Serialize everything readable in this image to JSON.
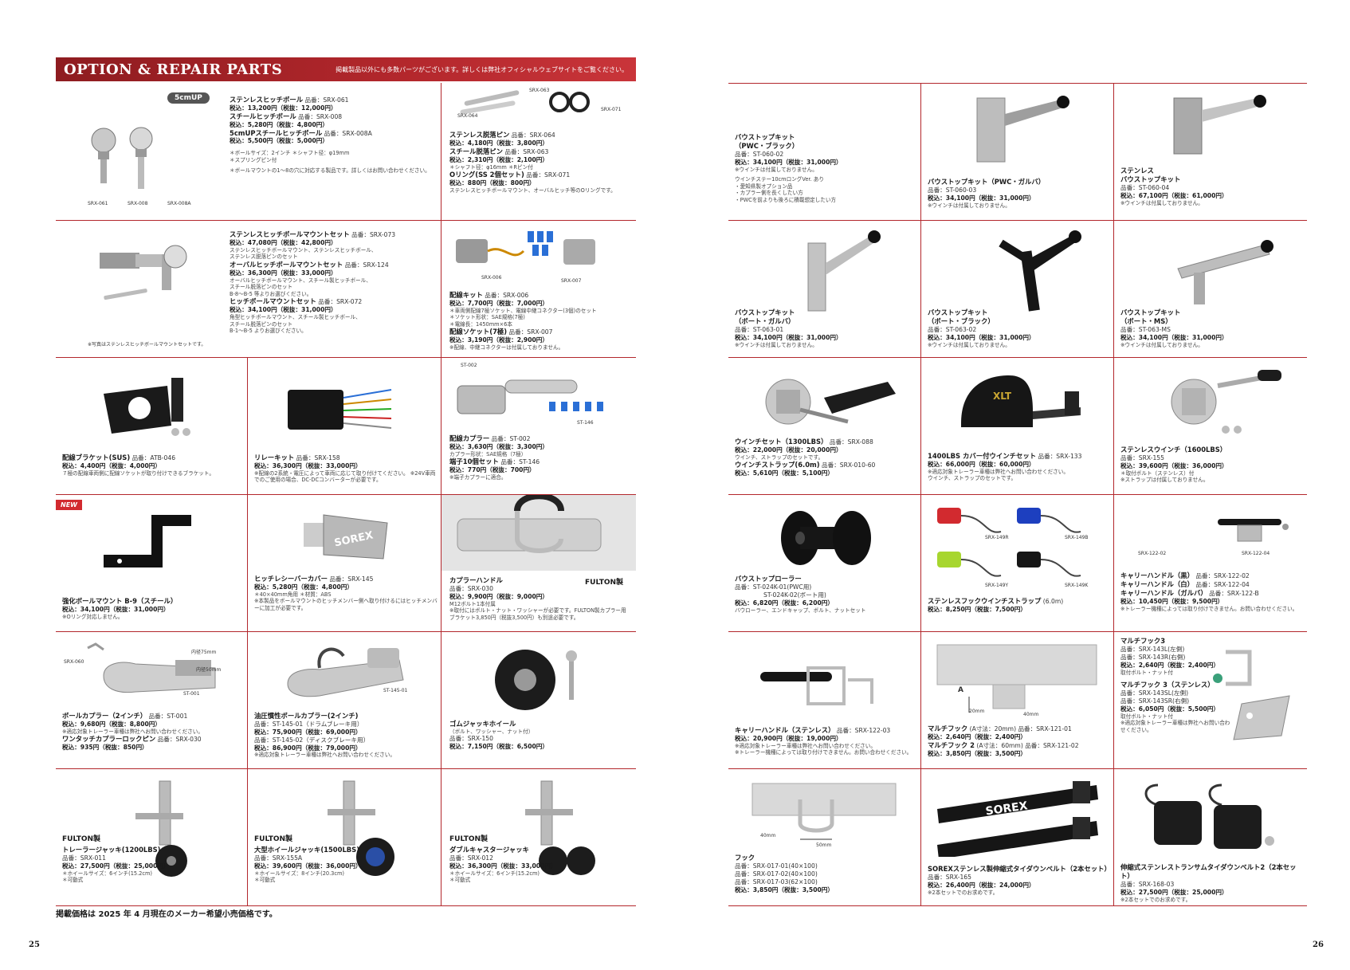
{
  "header": {
    "title": "OPTION & REPAIR PARTS",
    "note": "掲載製品以外にも多数パーツがございます。詳しくは弊社オフィシャルウェブサイトをご覧ください。"
  },
  "left": {
    "badge_5cm": "5cmUP",
    "badge_new": "NEW",
    "r1": {
      "c1": {
        "lines": [
          {
            "name": "ステンレスヒッチボール",
            "code": "品番：SRX-061"
          },
          {
            "price": "税込：13,200円（税抜：12,000円）"
          },
          {
            "name": "スチールヒッチボール",
            "code": "品番：SRX-008"
          },
          {
            "price": "税込：5,280円（税抜：4,800円）"
          },
          {
            "name": "5cmUPスチールヒッチボール",
            "code": "品番：SRX-008A"
          },
          {
            "price": "税込：5,500円（税抜：5,000円）"
          }
        ],
        "notes": [
          "＊ボールサイズ：2インチ ＊シャフト径：φ19mm",
          "＊スプリングピン付",
          "＊ボールマウントの1～8の穴に対応する製品です。詳しくはお問い合わせください。"
        ],
        "tags": [
          "SRX-061",
          "SRX-008",
          "SRX-008A"
        ]
      },
      "c2": {
        "lines": [
          {
            "name": "ステンレス脱落ピン",
            "code": "品番：SRX-064"
          },
          {
            "price": "税込：4,180円（税抜：3,800円）"
          },
          {
            "name": "スチール脱落ピン",
            "code": "品番：SRX-063"
          },
          {
            "price": "税込：2,310円（税抜：2,100円）"
          },
          {
            "note": "＊シャフト径：φ16mm ＊Rピン付"
          },
          {
            "name": "Oリング(SS 2個セット)",
            "code": "品番：SRX-071"
          },
          {
            "price": "税込：880円（税抜：800円）"
          },
          {
            "note": "ステンレスヒッチボールマウント、オーバルヒッチ等のOリングです。"
          }
        ],
        "tags": [
          "SRX-063",
          "SRX-071",
          "SRX-064"
        ]
      }
    },
    "r2": {
      "c1": {
        "lines": [
          {
            "name": "ステンレスヒッチボールマウントセット",
            "code": "品番：SRX-073"
          },
          {
            "price": "税込：47,080円（税抜：42,800円）"
          },
          {
            "note": "ステンレスヒッチボールマウント、ステンレスヒッチボール、"
          },
          {
            "note": "ステンレス脱落ピンのセット"
          },
          {
            "name": "オーバルヒッチボールマウントセット",
            "code": "品番：SRX-124"
          },
          {
            "price": "税込：36,300円（税抜：33,000円）"
          },
          {
            "note": "オーバルヒッチボールマウント、スチール製ヒッチボール、"
          },
          {
            "note": "スチール脱落ピンのセット"
          },
          {
            "note": "B-8～B-5 等よりお選びください。"
          },
          {
            "name": "ヒッチボールマウントセット",
            "code": "品番：SRX-072"
          },
          {
            "price": "税込：34,100円（税抜：31,000円）"
          },
          {
            "note": "角型ヒッチボールマウント、スチール製ヒッチボール、"
          },
          {
            "note": "スチール脱落ピンのセット"
          },
          {
            "note": "B-1～B-5 よりお選びください。"
          }
        ],
        "caption": "※写真はステンレスヒッチボールマウントセットです。"
      },
      "c2": {
        "lines": [
          {
            "name": "配線キット",
            "code": "品番：SRX-006"
          },
          {
            "price": "税込：7,700円（税抜：7,000円）"
          },
          {
            "note": "＊車両側配線7極ソケット、電線中継コネクター(3個)のセット"
          },
          {
            "note": "＊ソケット形状：SAE規格(7極)"
          },
          {
            "note": "＊電線長：1450mm×6本"
          },
          {
            "name": "配線ソケット(7極)",
            "code": "品番：SRX-007"
          },
          {
            "price": "税込：3,190円（税抜：2,900円）"
          },
          {
            "note": "※配線、中継コネクターは付属しておりません。"
          }
        ],
        "tags": [
          "SRX-006",
          "SRX-007"
        ]
      }
    },
    "r3": {
      "c1": {
        "name": "配線ブラケット(SUS)",
        "code": "品番：ATB-046",
        "price": "税込：4,400円（税抜：4,000円）",
        "note": "７極の配線車両側に配線ソケットが取り付けできるブラケット。"
      },
      "c2": {
        "name": "リレーキット",
        "code": "品番：SRX-158",
        "price": "税込：36,300円（税抜：33,000円）",
        "note": "※配線の2系統・電圧によって車両に応じて取り付けてください。 ※24V車両でのご使用の場合、DC-DCコンバーターが必要です。"
      },
      "c3": {
        "name": "配線カプラー",
        "code": "品番：ST-002",
        "price": "税込：3,630円（税抜：3,300円）",
        "note": "カプラー形状：SAE規格（7極）",
        "name2": "端子10個セット",
        "code2": "品番：ST-146",
        "price2": "税込：770円（税抜：700円）",
        "note2": "※端子カプラーに適合。",
        "tags": [
          "ST-002",
          "ST-146"
        ]
      }
    },
    "r4": {
      "c1": {
        "name": "強化ボールマウント B-9（スチール）",
        "price": "税込：34,100円（税抜：31,000円）",
        "note": "※Oリング対応しません。"
      },
      "c2": {
        "name": "ヒッチレシーバーカバー",
        "code": "品番：SRX-145",
        "price": "税込：5,280円（税抜：4,800円）",
        "note": "＊40×40mm角用 ＊材質：ABS",
        "note2": "※本製品をボールマウントのヒッチメンバー側へ取り付けるにはヒッチメンバーに加工が必要です。",
        "logo": "SOREX"
      },
      "c3": {
        "brand": "FULTON製",
        "name": "カプラーハンドル",
        "code": "品番：SRX-030",
        "price": "税込：9,900円（税抜：9,000円）",
        "note": "M12ボルト1本付属",
        "note2": "※取付にはボルト・ナット・ワッシャーが必要です。FULTON製カプラー用ブラケット3,850円（税抜3,500円）も別途必要です。"
      }
    },
    "r5": {
      "c1": {
        "name": "ボールカプラー（2インチ）",
        "code": "品番：ST-001",
        "price": "税込：9,680円（税抜：8,800円）",
        "note": "※適応対象トレーラー車種は弊社へお問い合わせください。",
        "name2": "ワンタッチカプラーロックピン",
        "code2": "品番：SRX-030",
        "price2": "税込：935円（税抜：850円）",
        "dims": [
          "内径75mm",
          "内径50mm"
        ],
        "tags": [
          "SRX-060",
          "ST-001"
        ]
      },
      "c2": {
        "name": "油圧慣性ボールカプラー(2インチ)",
        "line1": "品番：ST-145-01（ドラムブレーキ用）",
        "price": "税込：75,900円（税抜：69,000円）",
        "line2": "品番：ST-145-02（ディスクブレーキ用）",
        "price2": "税込：86,900円（税抜：79,000円）",
        "note": "※適応対象トレーラー車種は弊社へお問い合わせください。",
        "tag": "ST-145-01"
      },
      "c3": {
        "name": "ゴムジャッキホイール",
        "sub": "（ボルト、ワッシャー、ナット付）",
        "code": "品番：SRX-150",
        "price": "税込：7,150円（税抜：6,500円）"
      }
    },
    "r6": {
      "c1": {
        "brand": "FULTON製",
        "name": "トレーラージャッキ(1200LBS)",
        "code": "品番：SRX-011",
        "price": "税込：27,500円（税抜：25,000円）",
        "note": "＊ホイールサイズ：6インチ(15.2cm)",
        "note2": "＊可動式"
      },
      "c2": {
        "brand": "FULTON製",
        "name": "大型ホイールジャッキ(1500LBS)",
        "code": "品番：SRX-155A",
        "price": "税込：39,600円（税抜：36,000円）",
        "note": "＊ホイールサイズ：8インチ(20.3cm)",
        "note2": "＊可動式"
      },
      "c3": {
        "brand": "FULTON製",
        "name": "ダブルキャスタージャッキ",
        "code": "品番：SRX-012",
        "price": "税込：36,300円（税抜：33,000円）",
        "note": "＊ホイールサイズ：6インチ(15.2cm)",
        "note2": "＊可動式"
      }
    },
    "footnote": "掲載価格は 2025 年 4 月現在のメーカー希望小売価格です。",
    "page_number": "25"
  },
  "right": {
    "r1": {
      "c1": {
        "name": "バウストップキット",
        "sub": "（PWC・ブラック）",
        "code": "品番：ST-060-02",
        "price": "税込：34,100円（税抜：31,000円）",
        "note": "※ウインチは付属しておりません。",
        "extra": [
          "ウインチステー10cmロングVer. あり",
          "・愛知県製オプション品",
          "・カプラー側を長くしたい方",
          "・PWCを前よりも後ろに積載想定したい方"
        ]
      },
      "c2": {
        "name": "バウストップキット（PWC・ガルバ）",
        "code": "品番：ST-060-03",
        "price": "税込：34,100円（税抜：31,000円）",
        "note": "※ウインチは付属しておりません。"
      },
      "c3": {
        "name": "ステンレス",
        "name2": "バウストップキット",
        "code": "品番：ST-060-04",
        "price": "税込：67,100円（税抜：61,000円）",
        "note": "※ウインチは付属しておりません。"
      }
    },
    "r2": {
      "c1": {
        "name": "バウストップキット",
        "sub": "（ボート・ガルバ）",
        "code": "品番：ST-063-01",
        "price": "税込：34,100円（税抜：31,000円）",
        "note": "※ウインチは付属しておりません。"
      },
      "c2": {
        "name": "バウストップキット",
        "sub": "（ボート・ブラック）",
        "code": "品番：ST-063-02",
        "price": "税込：34,100円（税抜：31,000円）",
        "note": "※ウインチは付属しておりません。"
      },
      "c3": {
        "name": "バウストップキット",
        "sub": "（ボート・MS）",
        "code": "品番：ST-063-MS",
        "price": "税込：34,100円（税抜：31,000円）",
        "note": "※ウインチは付属しておりません。"
      }
    },
    "r3": {
      "c1": {
        "name": "ウインチセット（1300LBS）",
        "code": "品番：SRX-088",
        "price": "税込：22,000円（税抜：20,000円）",
        "note": "ウインチ、ストラップのセットです。",
        "name2": "ウインチストラップ(6.0m)",
        "code2": "品番：SRX-010-60",
        "price2": "税込：5,610円（税抜：5,100円）"
      },
      "c2": {
        "name": "1400LBS カバー付ウインチセット",
        "code": "品番：SRX-133",
        "price": "税込：66,000円（税抜：60,000円）",
        "note": "※適応対象トレーラー車種は弊社へお問い合わせください。",
        "note2": "ウインチ、ストラップのセットです。"
      },
      "c3": {
        "name": "ステンレスウインチ（1600LBS）",
        "code": "品番：SRX-155",
        "price": "税込：39,600円（税抜：36,000円）",
        "note": "＊取付ボルト（ステンレス）付",
        "note2": "※ストラップは付属しておりません。"
      }
    },
    "r4": {
      "c1": {
        "name": "バウストップローラー",
        "code": "品番：ST-024K-01(PWC用)",
        "code2": "ST-024K-02(ボート用)",
        "price": "税込：6,820円（税抜：6,200円）",
        "note": "バウローラー、エンドキャップ、ボルト、ナットセット"
      },
      "c2": {
        "name": "ステンレスフックウインチストラップ",
        "sub": "(6.0m)",
        "price": "税込：8,250円（税抜：7,500円）",
        "tags": [
          "SRX-149R",
          "SRX-149B",
          "SRX-149Y",
          "SRX-149K"
        ]
      },
      "c3": {
        "rows": [
          {
            "name": "キャリーハンドル（黒）",
            "code": "品番：SRX-122-02"
          },
          {
            "name": "キャリーハンドル（白）",
            "code": "品番：SRX-122-04"
          },
          {
            "name": "キャリーハンドル（ガルバ）",
            "code": "品番：SRX-122-B"
          }
        ],
        "price": "税込：10,450円（税抜：9,500円）",
        "note": "※トレーラー機種によっては取り付けできません。お問い合わせください。",
        "tags": [
          "SRX-122-02",
          "SRX-122-04"
        ]
      }
    },
    "r5": {
      "c1": {
        "name": "キャリーハンドル（ステンレス）",
        "code": "品番：SRX-122-03",
        "price": "税込：20,900円（税抜：19,000円）",
        "note": "※適応対象トレーラー車種は弊社へお問い合わせください。",
        "note2": "※トレーラー機種によっては取り付けできません。お問い合わせください。"
      },
      "c2": {
        "name": "マルチフック",
        "code": "(A寸法：20mm) 品番：SRX-121-01",
        "price": "税込：2,640円（税抜：2,400円）",
        "name2": "マルチフック 2",
        "code2": "(A寸法：60mm) 品番：SRX-121-02",
        "price2": "税込：3,850円（税抜：3,500円）",
        "dims": [
          "A",
          "20mm",
          "40mm"
        ]
      },
      "c3": {
        "name": "マルチフック3",
        "code": "品番：SRX-143L(左側)",
        "code2": "品番：SRX-143R(右側)",
        "price": "税込：2,640円（税抜：2,400円）",
        "note": "取付ボルト・ナット付",
        "name2": "マルチフック 3（ステンレス）",
        "code3": "品番：SRX-143SL(左側)",
        "code4": "品番：SRX-143SR(右側)",
        "price2": "税込：6,050円（税抜：5,500円）",
        "note2": "取付ボルト・ナット付",
        "note3": "※適応対象トレーラー車種は弊社へお問い合わせください。"
      }
    },
    "r6": {
      "c1": {
        "name": "フック",
        "codes": [
          "品番：SRX-017-01(40×100)",
          "品番：SRX-017-02(40×100)",
          "品番：SRX-017-03(62×100)"
        ],
        "price": "税込：3,850円（税抜：3,500円）",
        "dims": [
          "40mm",
          "50mm"
        ]
      },
      "c2": {
        "name": "SOREXステンレス製伸縮式タイダウンベルト（2本セット）",
        "code": "品番：SRX-165",
        "price": "税込：26,400円（税抜：24,000円）",
        "note": "※2本セットでのお求めです。",
        "logo": "SOREX"
      },
      "c3": {
        "name": "伸縮式ステンレストランサムタイダウンベルト2（2本セット）",
        "code": "品番：SRX-168-03",
        "price": "税込：27,500円（税抜：25,000円）",
        "note": "※2本セットでのお求めです。"
      }
    },
    "page_number": "26"
  },
  "colors": {
    "accent": "#b3272c",
    "header_band": "#8e1c20",
    "badge_new": "#d22a2f",
    "badge_5cm": "#555555"
  }
}
